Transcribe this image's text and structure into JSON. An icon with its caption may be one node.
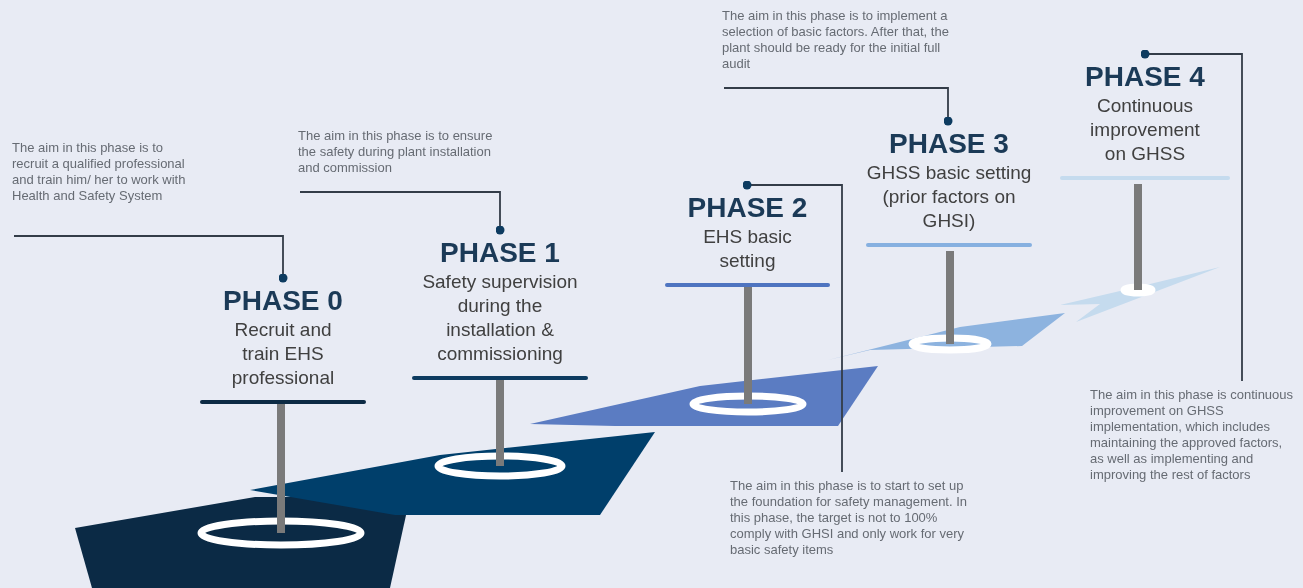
{
  "diagram": {
    "nodes": [
      {
        "text": [
          "The aim in this phase is to recruit a qualified professional and train him/ her to work with Health and Safety System"
        ]
      },
      {
        "text": [
          "PHASE 0",
          "Recruit and train EHS professional"
        ]
      },
      {
        "text": [
          "The aim in this phase is to ensure the safety during plant installation and commission"
        ]
      },
      {
        "text": [
          "PHASE 1",
          "Safety supervision during the installation & commissioning"
        ]
      },
      {
        "text": [
          "The aim in this phase is to start to set up the foundation for safety management. In this phase, the target is not to 100% comply with GHSI and only work for very basic safety items"
        ]
      },
      {
        "text": [
          "PHASE 2",
          "EHS basic setting"
        ]
      },
      {
        "text": [
          "The aim in this phase is to implement a selection of basic factors. After that, the plant should be ready for the initial full audit"
        ]
      },
      {
        "text": [
          "PHASE 3",
          "GHSS basic setting (prior factors on GHSI)"
        ]
      },
      {
        "text": [
          "The aim in this phase is continuous improvement on GHSS implementation, which includes maintaining the approved factors, as well as implementing and improving the rest of factors"
        ]
      },
      {
        "text": [
          "PHASE 4",
          "Continuous improvement on GHSS"
        ]
      }
    ],
    "edges": [
      {
        "from": 0,
        "to": 1,
        "arrow": "other"
      },
      {
        "from": 2,
        "to": 3,
        "arrow": "other"
      },
      {
        "from": 4,
        "to": 5,
        "arrow": "other"
      },
      {
        "from": 6,
        "to": 7,
        "arrow": "other"
      },
      {
        "from": 8,
        "to": 9,
        "arrow": "other"
      }
    ]
  }
}
